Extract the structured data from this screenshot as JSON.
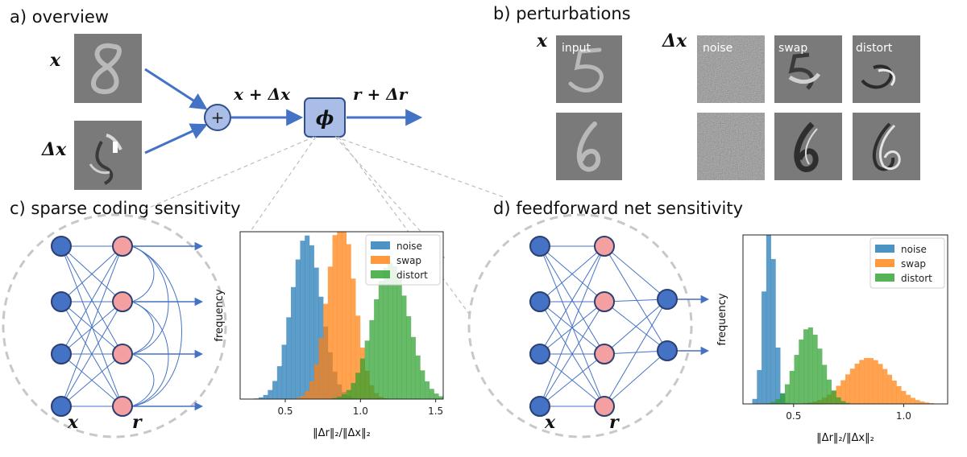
{
  "panels": {
    "a_title": "a) overview",
    "b_title": "b) perturbations",
    "c_title": "c) sparse coding sensitivity",
    "d_title": "d) feedforward net sensitivity"
  },
  "overview": {
    "x_label": "x",
    "dx_label": "Δx",
    "sum_label": "x + Δx",
    "phi_label": "ϕ",
    "out_label": "r + Δr",
    "plus_symbol": "+"
  },
  "perturbations": {
    "x_label": "x",
    "dx_label": "Δx",
    "input_label": "input",
    "noise_label": "noise",
    "swap_label": "swap",
    "distort_label": "distort"
  },
  "networks": {
    "input_label": "x",
    "output_label": "r"
  },
  "colors": {
    "noise": "#1f77b4",
    "swap": "#ff7f0e",
    "distort": "#2ca02c",
    "arrow": "#4472c4",
    "node_blue": "#4472c4",
    "node_red": "#f4a0a0"
  },
  "chart_data": [
    {
      "type": "histogram",
      "panel": "c",
      "ylabel": "frequency",
      "xlabel": "‖Δr‖₂/‖Δx‖₂",
      "xlim": [
        0.2,
        1.55
      ],
      "xticks": [
        "0.5",
        "1.0",
        "1.5"
      ],
      "legend_position": "top-right",
      "series": [
        {
          "name": "noise",
          "mean": 0.64,
          "sd": 0.1
        },
        {
          "name": "swap",
          "mean": 0.87,
          "sd": 0.09
        },
        {
          "name": "distort",
          "mean": 1.2,
          "sd": 0.12
        }
      ]
    },
    {
      "type": "histogram",
      "panel": "d",
      "ylabel": "frequency",
      "xlabel": "‖Δr‖₂/‖Δx‖₂",
      "xlim": [
        0.27,
        1.2
      ],
      "xticks": [
        "0.5",
        "1.0"
      ],
      "legend_position": "top-right",
      "series": [
        {
          "name": "noise",
          "mean": 0.39,
          "sd": 0.025
        },
        {
          "name": "swap",
          "mean": 0.84,
          "sd": 0.1
        },
        {
          "name": "distort",
          "mean": 0.57,
          "sd": 0.06
        }
      ]
    }
  ]
}
